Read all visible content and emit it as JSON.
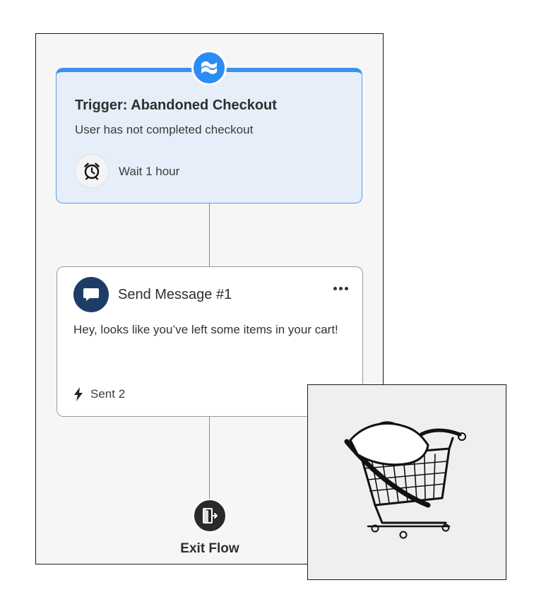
{
  "trigger": {
    "icon": "flag-icon",
    "title": "Trigger: Abandoned Checkout",
    "subtitle": "User has not completed checkout",
    "wait_icon": "alarm-clock-icon",
    "wait_label": "Wait 1 hour"
  },
  "message": {
    "icon": "chat-bubble-icon",
    "title": "Send Message #1",
    "body": "Hey, looks like you’ve left some items in your cart!",
    "more_icon": "more-horizontal-icon",
    "sent_icon": "lightning-bolt-icon",
    "sent_label": "Sent 2"
  },
  "exit": {
    "icon": "exit-door-icon",
    "label": "Exit Flow"
  },
  "image_panel": {
    "illustration": "shopping-cart-illustration"
  },
  "colors": {
    "trigger_accent": "#2b8cf5",
    "trigger_bg": "#e6eef9",
    "message_icon_bg": "#1e3d66",
    "canvas_bg": "#f6f6f6"
  }
}
